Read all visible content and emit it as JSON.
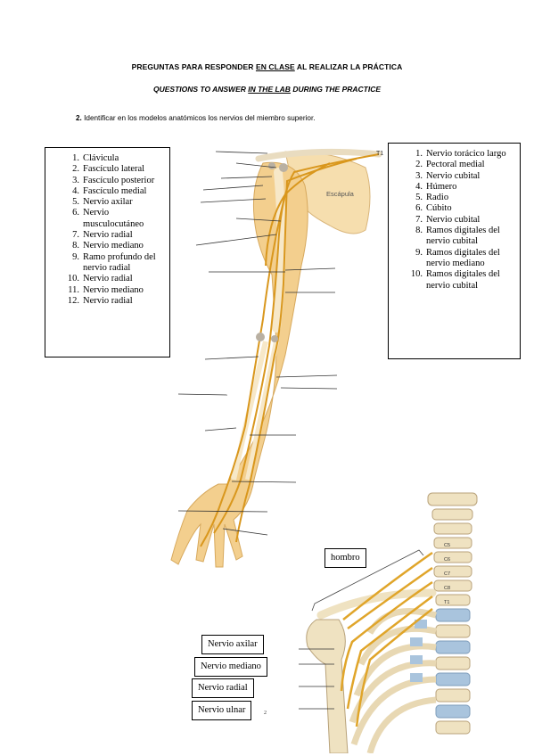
{
  "header": {
    "title_pre": "PREGUNTAS PARA RESPONDER ",
    "title_u": "EN CLASE",
    "title_post": " AL REALIZAR LA PRÁCTICA",
    "subtitle_pre": "QUESTIONS TO ANSWER ",
    "subtitle_u": "IN THE LAB",
    "subtitle_post": " DURING THE PRACTICE"
  },
  "instruction": {
    "number": "2.",
    "text": " Identificar en los modelos anatómicos los nervios del miembro superior."
  },
  "left_list": [
    {
      "n": "1.",
      "t": "Clávicula"
    },
    {
      "n": "2.",
      "t": "Fascículo lateral"
    },
    {
      "n": "3.",
      "t": "Fascículo posterior"
    },
    {
      "n": "4.",
      "t": "Fascículo medial"
    },
    {
      "n": "5.",
      "t": "Nervio axilar"
    },
    {
      "n": "6.",
      "t": "Nervio musculocutáneo"
    },
    {
      "n": "7.",
      "t": "Nervio radial"
    },
    {
      "n": "8.",
      "t": "Nervio mediano"
    },
    {
      "n": "9.",
      "t": "Ramo profundo del nervio radial"
    },
    {
      "n": "10.",
      "t": "Nervio radial"
    },
    {
      "n": "11.",
      "t": "Nervio mediano"
    },
    {
      "n": "12.",
      "t": "Nervio radial"
    }
  ],
  "right_list": [
    {
      "n": "1.",
      "t": "Nervio torácico largo"
    },
    {
      "n": "2.",
      "t": "Pectoral medial"
    },
    {
      "n": "3.",
      "t": "Nervio cubital"
    },
    {
      "n": "4.",
      "t": "Húmero"
    },
    {
      "n": "5.",
      "t": "Radio"
    },
    {
      "n": "6.",
      "t": "Cúbito"
    },
    {
      "n": "7.",
      "t": "Nervio cubital"
    },
    {
      "n": "8.",
      "t": "Ramos digitales del nervio cubital"
    },
    {
      "n": "9.",
      "t": "Ramos digitales del nervio mediano"
    },
    {
      "n": "10.",
      "t": "Ramos digitales del nervio cubital"
    }
  ],
  "arm_image": {
    "scapula_label": "Escápula",
    "t1_label": "T1"
  },
  "spine_image": {
    "vertebra_labels": [
      "C5",
      "C6",
      "C7",
      "C8",
      "T1"
    ]
  },
  "bottom_labels": {
    "hombro": "hombro",
    "axilar": "Nervio axilar",
    "mediano": "Nervio mediano",
    "radial": "Nervio radial",
    "ulnar": "Nervio ulnar"
  },
  "page_number": "2",
  "colors": {
    "skin": "#f3cf8e",
    "nerve": "#e0a52a",
    "bone": "#efe2c1",
    "disc": "#a9c4dd"
  }
}
